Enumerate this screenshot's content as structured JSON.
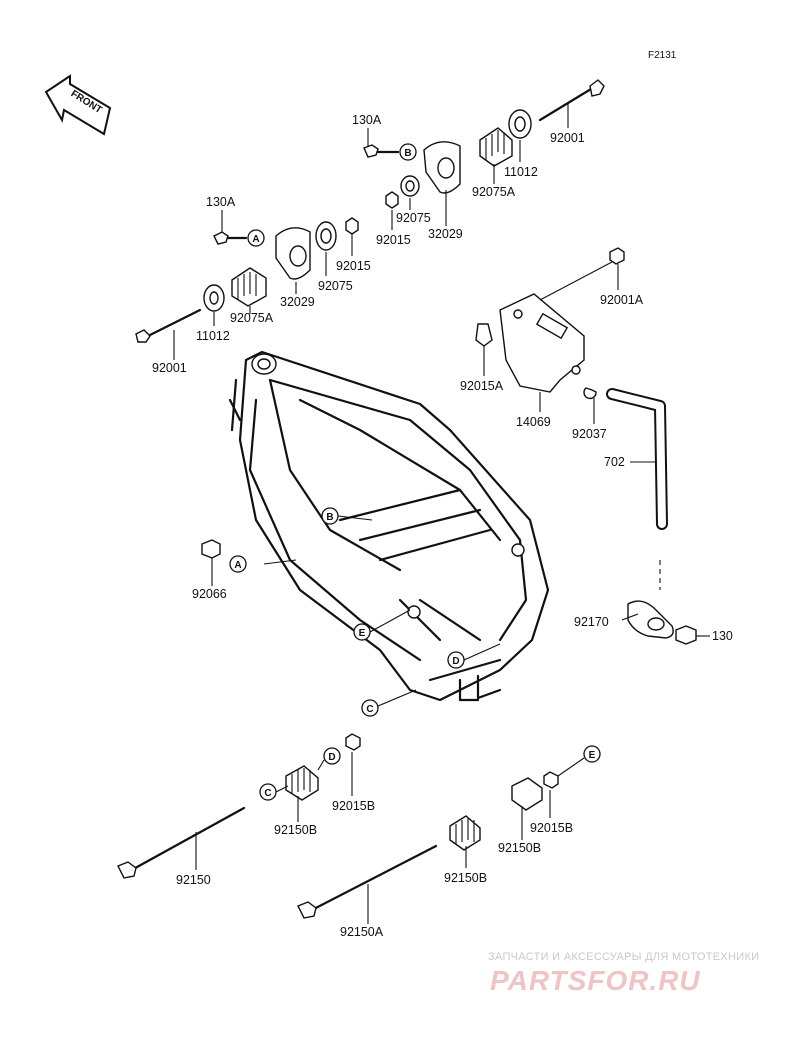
{
  "figure_code": "F2131",
  "front_label": "FRONT",
  "watermark": {
    "line1": "ЗАПЧАСТИ И АКСЕССУАРЫ ДЛЯ МОТОТЕХНИКИ",
    "line2": "PARTSFOR.RU"
  },
  "labels": {
    "p130A_top": "130A",
    "p92001_top": "92001",
    "p11012_top": "11012",
    "p92075A_top": "92075A",
    "p92075_top": "92075",
    "p32029_top": "32029",
    "p92015_top": "92015",
    "p130A_left": "130A",
    "p92015_left": "92015",
    "p92075_left": "92075",
    "p32029_left": "32029",
    "p92075A_left": "92075A",
    "p11012_left": "11012",
    "p92001_left": "92001",
    "p92001A": "92001A",
    "p92015A": "92015A",
    "p14069": "14069",
    "p92037": "92037",
    "p702": "702",
    "p92066": "92066",
    "p92170": "92170",
    "p130": "130",
    "p92015B_a": "92015B",
    "p92150B_a": "92150B",
    "p92150": "92150",
    "p92150B_b": "92150B",
    "p92015B_b": "92015B",
    "p92150B_c": "92150B",
    "p92150A": "92150A"
  },
  "callouts": [
    "A",
    "B",
    "C",
    "D",
    "E"
  ]
}
